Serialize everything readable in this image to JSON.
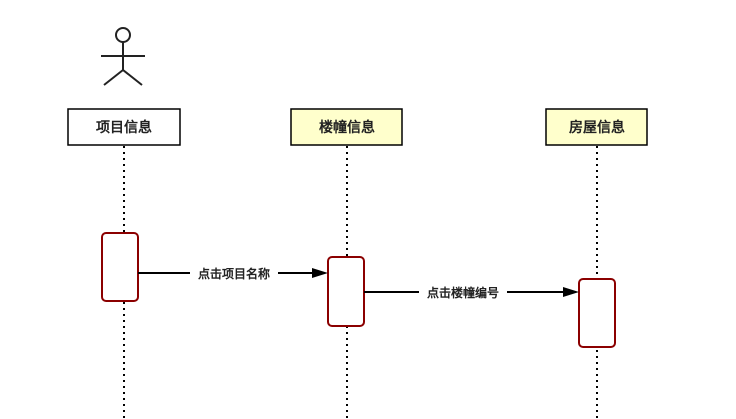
{
  "participants": [
    {
      "id": "p1",
      "label": "项目信息",
      "fill": "#ffffff"
    },
    {
      "id": "p2",
      "label": "楼幢信息",
      "fill": "#ffffcc"
    },
    {
      "id": "p3",
      "label": "房屋信息",
      "fill": "#ffffcc"
    }
  ],
  "messages": [
    {
      "from": "p1",
      "to": "p2",
      "label": "点击项目名称"
    },
    {
      "from": "p2",
      "to": "p3",
      "label": "点击楼幢编号"
    }
  ],
  "colors": {
    "activation_border": "#8b0000",
    "line": "#000000"
  }
}
